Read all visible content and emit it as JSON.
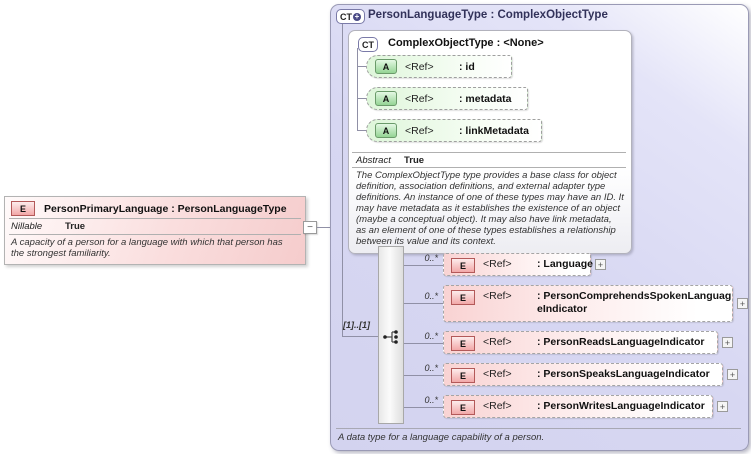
{
  "icons": {
    "element_badge": "E",
    "attribute_badge": "A",
    "complex_type_badge": "CT",
    "plus_badge": "+",
    "expand": "+",
    "collapse": "−"
  },
  "left_element": {
    "title": "PersonPrimaryLanguage : PersonLanguageType",
    "nillable_label": "Nillable",
    "nillable_value": "True",
    "description": "A capacity of a person for a language with which that person has the strongest familiarity."
  },
  "type_box": {
    "title": "PersonLanguageType : ComplexObjectType",
    "annotation": "A data type for a language capability of a person.",
    "base_type": {
      "title": "ComplexObjectType : <None>",
      "abstract_label": "Abstract",
      "abstract_value": "True",
      "description": "The ComplexObjectType type provides a base class for object definition, association definitions, and external adapter type definitions. An instance of one of these types may have an ID. It may have metadata as it establishes the existence of an object (maybe a conceptual object). It may also have link metadata, as an element of one of these types establishes a relationship between its value and its context.",
      "attributes": [
        {
          "ref": "<Ref>",
          "name": ": id"
        },
        {
          "ref": "<Ref>",
          "name": ": metadata"
        },
        {
          "ref": "<Ref>",
          "name": ": linkMetadata"
        }
      ]
    },
    "sequence": {
      "cardinality": "[1]..[1]",
      "elements": [
        {
          "occurrence": "0..*",
          "ref": "<Ref>",
          "name": ": Language"
        },
        {
          "occurrence": "0..*",
          "ref": "<Ref>",
          "name": ": PersonComprehendsSpokenLanguageIndicator"
        },
        {
          "occurrence": "0..*",
          "ref": "<Ref>",
          "name": ": PersonReadsLanguageIndicator"
        },
        {
          "occurrence": "0..*",
          "ref": "<Ref>",
          "name": ": PersonSpeaksLanguageIndicator"
        },
        {
          "occurrence": "0..*",
          "ref": "<Ref>",
          "name": ": PersonWritesLanguageIndicator"
        }
      ]
    }
  },
  "colors": {
    "element_pink": "#f6cfcf",
    "attribute_green": "#d9f4d6",
    "type_lavender": "#d6d6f1",
    "badge_red_border": "#b35959",
    "badge_green_border": "#6a9a6a",
    "badge_purple_border": "#7a7aa8"
  }
}
